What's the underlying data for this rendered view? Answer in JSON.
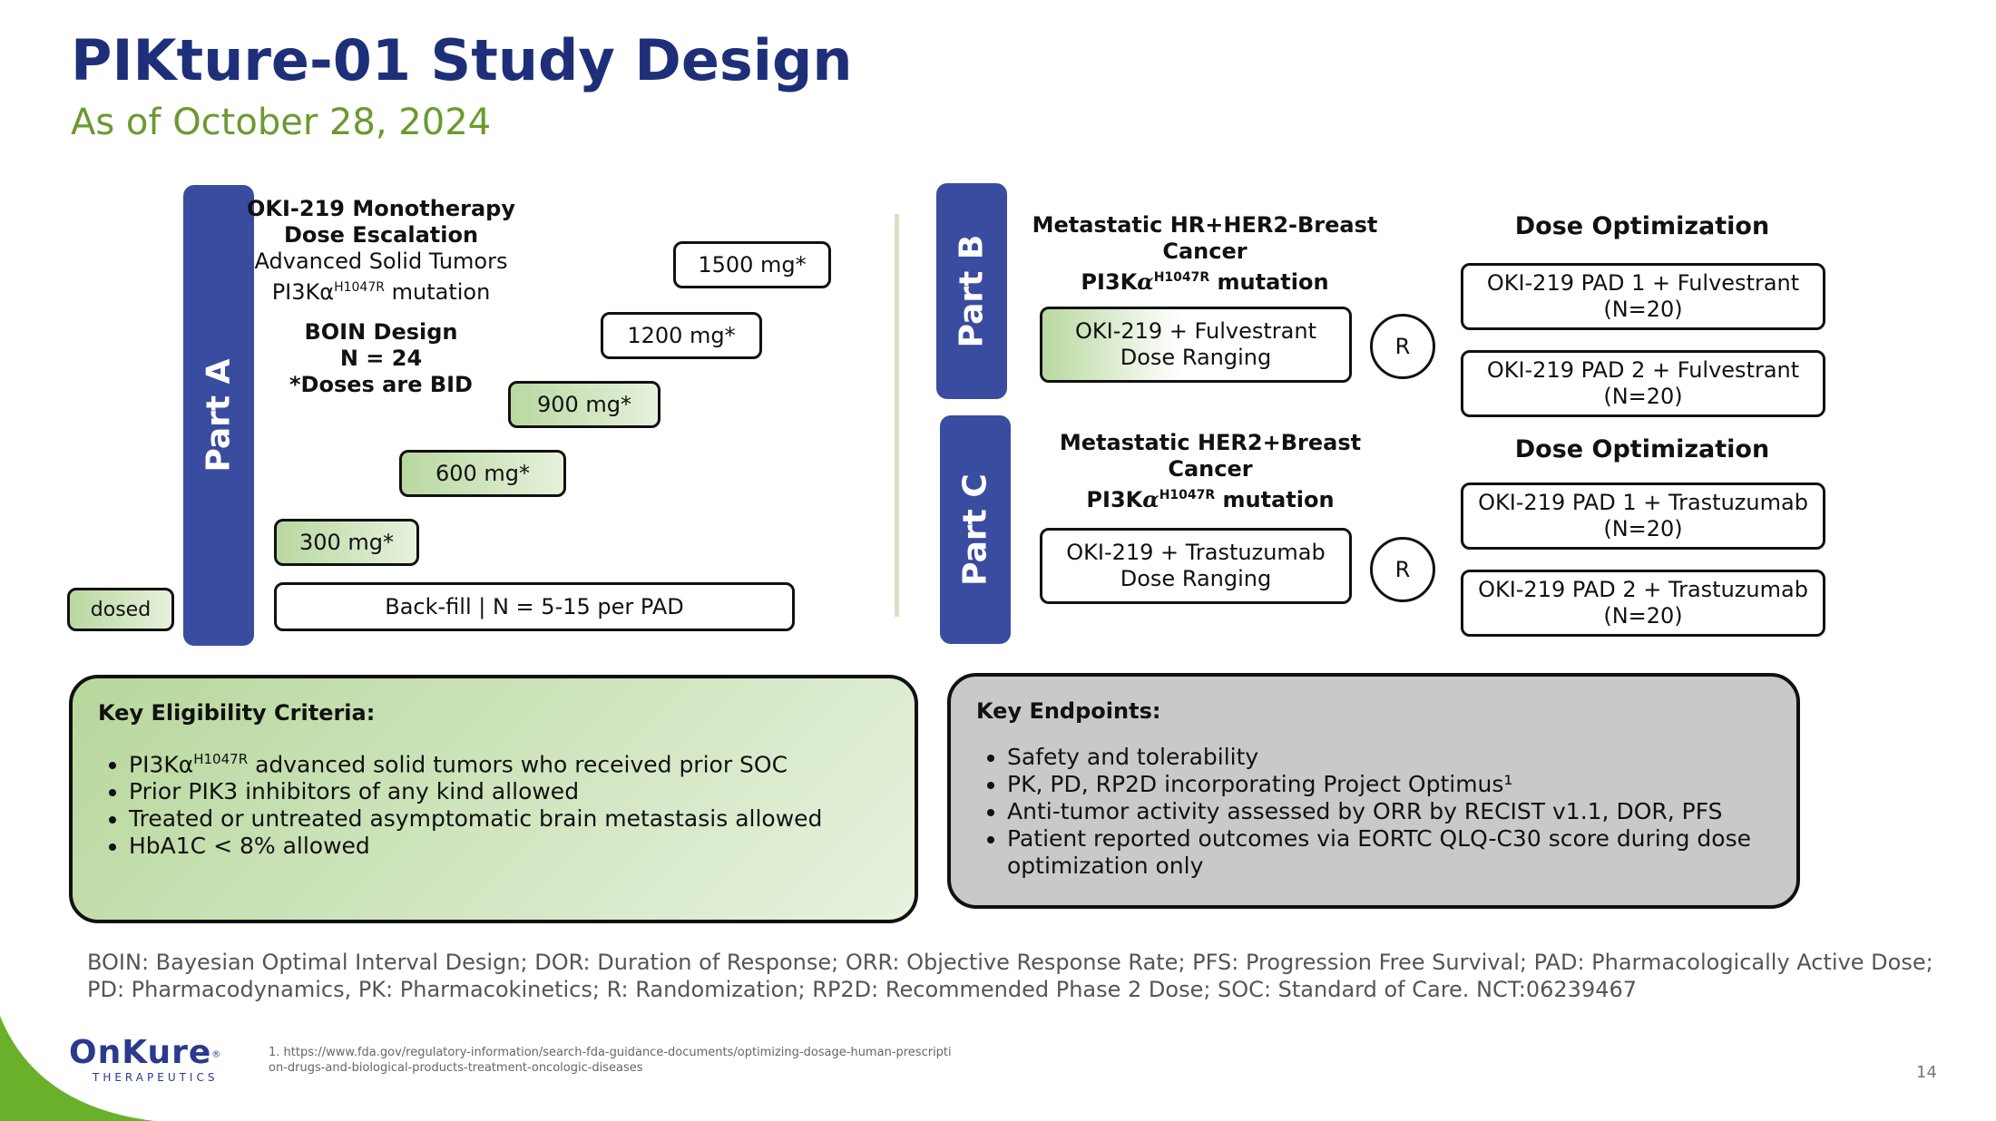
{
  "header": {
    "title": "PIKture-01 Study Design",
    "subtitle": "As of October 28, 2024"
  },
  "part_a": {
    "label": "Part A",
    "heading_line1": "OKI-219 Monotherapy",
    "heading_line2": "Dose Escalation",
    "tumor_line": "Advanced Solid Tumors",
    "mutation_prefix": "PI3Kα",
    "mutation_sup": "H1047R",
    "mutation_suffix": " mutation",
    "design_line1": "BOIN Design",
    "design_line2": "N = 24",
    "design_line3": "*Doses are BID",
    "doses": [
      {
        "label": "300 mg*",
        "dosed": true
      },
      {
        "label": "600 mg*",
        "dosed": true
      },
      {
        "label": "900 mg*",
        "dosed": true
      },
      {
        "label": "1200 mg*",
        "dosed": false
      },
      {
        "label": "1500 mg*",
        "dosed": false
      }
    ],
    "backfill": "Back-fill | N = 5-15 per PAD",
    "legend_dosed": "dosed"
  },
  "part_b": {
    "label": "Part B",
    "heading_line1": "Metastatic HR+HER2-Breast",
    "heading_line2": "Cancer",
    "mutation_prefix": "PI3K",
    "mutation_alpha": "α",
    "mutation_sup": "H1047R",
    "mutation_suffix": " mutation",
    "ranging_line1": "OKI-219 + Fulvestrant",
    "ranging_line2": "Dose Ranging",
    "randomization": "R",
    "optimization_heading": "Dose Optimization",
    "arms": [
      {
        "line1": "OKI-219 PAD 1 + Fulvestrant",
        "line2": "(N=20)"
      },
      {
        "line1": "OKI-219 PAD 2 + Fulvestrant",
        "line2": "(N=20)"
      }
    ]
  },
  "part_c": {
    "label": "Part C",
    "heading_line1": "Metastatic HER2+Breast Cancer",
    "mutation_prefix": "PI3K",
    "mutation_alpha": "α",
    "mutation_sup": "H1047R",
    "mutation_suffix": " mutation",
    "ranging_line1": "OKI-219 + Trastuzumab",
    "ranging_line2": "Dose Ranging",
    "randomization": "R",
    "optimization_heading": "Dose Optimization",
    "arms": [
      {
        "line1": "OKI-219 PAD 1 + Trastuzumab",
        "line2": "(N=20)"
      },
      {
        "line1": "OKI-219 PAD 2 + Trastuzumab",
        "line2": "(N=20)"
      }
    ]
  },
  "eligibility": {
    "title": "Key Eligibility Criteria:",
    "item1_prefix": "PI3Kα",
    "item1_sup": "H1047R",
    "item1_suffix": " advanced solid tumors who received prior SOC",
    "item2": "Prior PIK3 inhibitors of any kind allowed",
    "item3": "Treated or untreated asymptomatic brain metastasis allowed",
    "item4": "HbA1C < 8% allowed"
  },
  "endpoints": {
    "title": "Key Endpoints:",
    "item1": "Safety and tolerability",
    "item2": "PK, PD, RP2D incorporating Project Optimus¹",
    "item3": "Anti-tumor activity assessed by ORR by RECIST v1.1, DOR, PFS",
    "item4": "Patient reported outcomes via EORTC QLQ-C30 score during dose optimization only"
  },
  "definitions": "BOIN: Bayesian Optimal Interval Design; DOR: Duration of Response; ORR: Objective Response Rate; PFS: Progression Free Survival; PAD: Pharmacologically Active Dose; PD: Pharmacodynamics, PK: Pharmacokinetics; R: Randomization; RP2D: Recommended Phase 2 Dose; SOC: Standard of Care.  NCT:06239467",
  "footnote": "1. https://www.fda.gov/regulatory-information/search-fda-guidance-documents/optimizing-dosage-human-prescription-drugs-and-biological-products-treatment-oncologic-diseases",
  "page_number": "14",
  "logo": {
    "name": "OnKure",
    "sub": "THERAPEUTICS",
    "mark": "®"
  },
  "colors": {
    "navy": "#1e2f7a",
    "bar": "#3a4ca0",
    "green": "#6a9a2f",
    "dosed_fill": "#b9d8a0",
    "panel_gray": "#c9c9c9"
  }
}
